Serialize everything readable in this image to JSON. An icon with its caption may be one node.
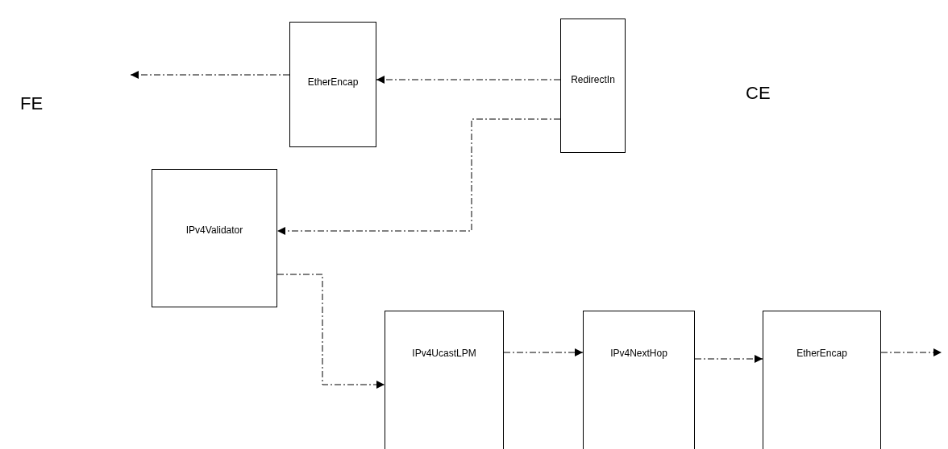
{
  "diagram": {
    "nodes": [
      {
        "text": [
          "EtherEncap"
        ]
      },
      {
        "text": [
          "RedirectIn"
        ]
      },
      {
        "text": [
          "IPv4Validator"
        ]
      },
      {
        "text": [
          "IPv4UcastLPM"
        ]
      },
      {
        "text": [
          "IPv4NextHop"
        ]
      },
      {
        "text": [
          "EtherEncap"
        ]
      }
    ],
    "edges": [
      {
        "from": 1,
        "to": 0,
        "arrow": "to"
      },
      {
        "from": 0,
        "to": null,
        "arrow": "to"
      },
      {
        "from": 1,
        "to": 2,
        "arrow": "to"
      },
      {
        "from": 2,
        "to": 3,
        "arrow": "to"
      },
      {
        "from": 3,
        "to": 4,
        "arrow": "to"
      },
      {
        "from": 4,
        "to": 5,
        "arrow": "to"
      },
      {
        "from": 5,
        "to": null,
        "arrow": "to"
      }
    ],
    "labels": [
      "FE",
      "CE"
    ]
  }
}
